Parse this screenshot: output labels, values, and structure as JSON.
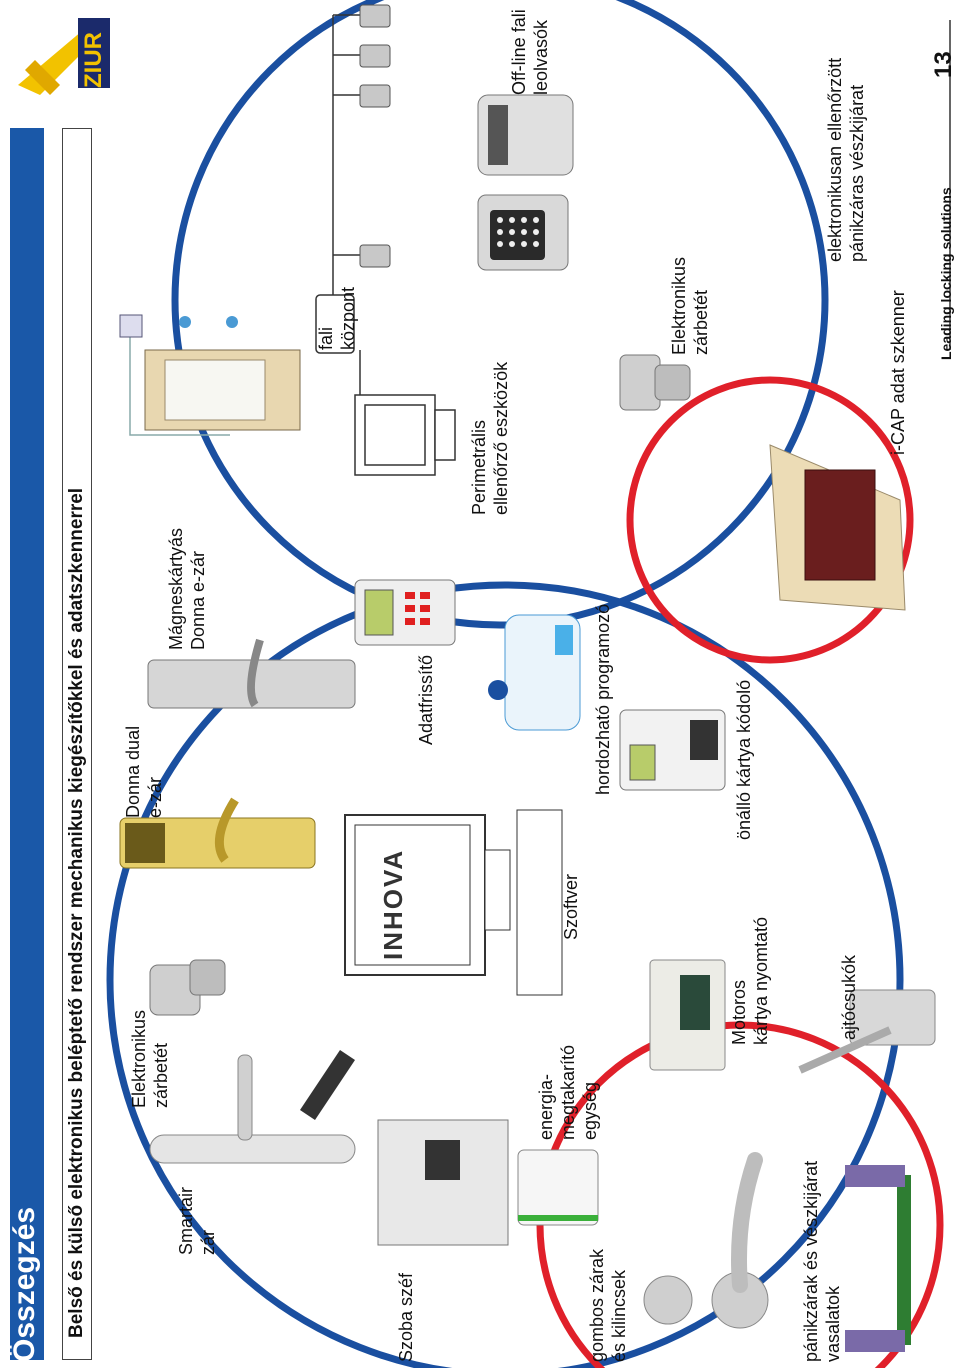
{
  "header": {
    "title": "Összegzés",
    "subtitle": "Belső és külső elektronikus beléptető rendszer mechanikus kiegészítőkkel és adatszkennerrel"
  },
  "logo": {
    "text": "ZIUR"
  },
  "labels": {
    "smartair": [
      "Smartair",
      "zár"
    ],
    "elektronikus_zarbetet_1": [
      "Elektronikus",
      "zárbetét"
    ],
    "donna_dual": [
      "Donna dual",
      "e-zár"
    ],
    "magneskartyas": [
      "Mágneskártyás",
      "Donna e-zár"
    ],
    "szoba_szef": "Szoba széf",
    "energia": [
      "energia-",
      "megtakarító",
      "egység"
    ],
    "szoftver": "Szoftver",
    "adatfrissito": "Adatfrissítő",
    "hordozhato": "hordozható programozó",
    "onallo": "önálló kártya kódoló",
    "motoros": [
      "Motoros",
      "kártya nyomtató"
    ],
    "ajtocsukok": "ajtócsukók",
    "gombos": [
      "gombos zárak",
      "és kilincsek"
    ],
    "panikzarak": [
      "pánikzárak és vészkijárat",
      "vasalatok"
    ],
    "perimetralis": [
      "Perimetrális",
      "ellenőrző eszközök"
    ],
    "fali_kozpont": [
      "fali",
      "központ"
    ],
    "elektronikusan": [
      "elektronikusan ellenőrzött",
      "pánikzáras vészkijárat"
    ],
    "offline": [
      "Off-line fali",
      "leolvasók"
    ],
    "elektronikus_zarbetet_2": [
      "Elektronikus",
      "zárbetét"
    ],
    "icap": "i-CAP adat szkenner"
  },
  "footer": {
    "tagline": "Leading locking solutions",
    "page": "13"
  },
  "screen_text": "INHOVA",
  "colors": {
    "blue": "#1a4fa0",
    "red": "#e0202a",
    "header_blue": "#1a58a8",
    "logo_yellow": "#f2c200"
  }
}
